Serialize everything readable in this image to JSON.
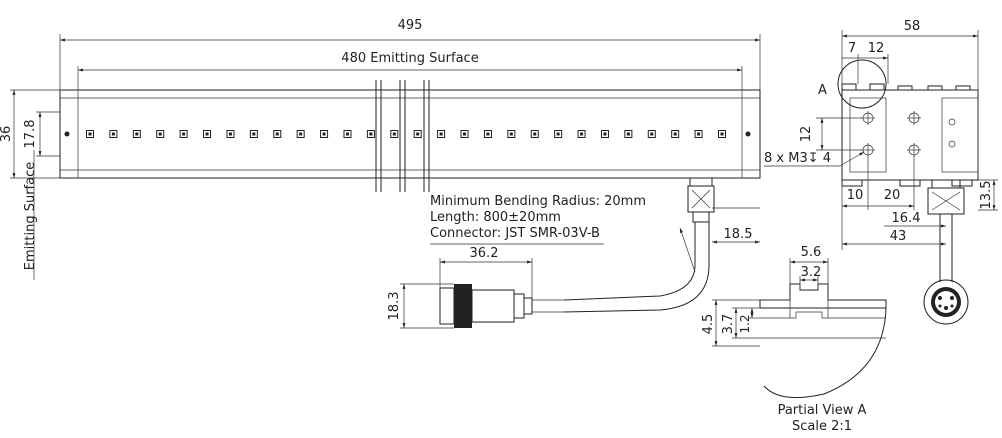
{
  "dims": {
    "overall_length": "495",
    "emitting_length": "480 Emitting Surface",
    "height_total": "36",
    "height_emitting": "17.8",
    "emitting_side_label": "Emitting Surface",
    "cable_offset": "18.5",
    "connector_length": "36.2",
    "connector_dia": "18.3",
    "end_width": "58",
    "end_7": "7",
    "end_12_top": "12",
    "end_12_left": "12",
    "end_10": "10",
    "end_20": "20",
    "end_16_4": "16.4",
    "end_43": "43",
    "end_13_5": "13.5",
    "detail_5_6": "5.6",
    "detail_3_2": "3.2",
    "detail_4_5": "4.5",
    "detail_3_7": "3.7",
    "detail_1_2": "1.2"
  },
  "labels": {
    "bend_radius": "Minimum Bending Radius: 20mm",
    "length": "Length: 800±20mm",
    "connector": "Connector: JST SMR-03V-B",
    "screws": "8 x M3↧ 4",
    "view_marker": "A",
    "partial_view": "Partial View A",
    "scale": "Scale 2:1"
  },
  "led_count": 28
}
